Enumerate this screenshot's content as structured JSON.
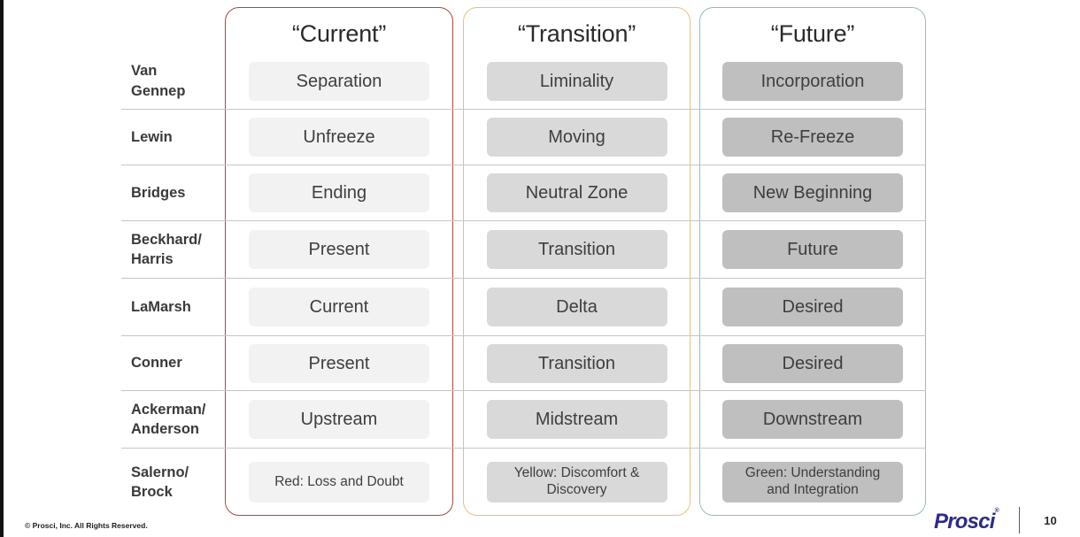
{
  "columns": [
    {
      "header": "“Current”",
      "border_color": "#A84A40",
      "cell_bg": "#F2F2F2"
    },
    {
      "header": "“Transition”",
      "border_color": "#EBBE7D",
      "cell_bg": "#D9D9D9"
    },
    {
      "header": "“Future”",
      "border_color": "#97BFAD",
      "cell_bg": "#BFBFBF"
    }
  ],
  "rows": [
    {
      "label": "Van\nGennep",
      "current": "Separation",
      "transition": "Liminality",
      "future": "Incorporation"
    },
    {
      "label": "Lewin",
      "current": "Unfreeze",
      "transition": "Moving",
      "future": "Re-Freeze"
    },
    {
      "label": "Bridges",
      "current": "Ending",
      "transition": "Neutral Zone",
      "future": "New Beginning"
    },
    {
      "label": "Beckhard/\nHarris",
      "current": "Present",
      "transition": "Transition",
      "future": "Future"
    },
    {
      "label": "LaMarsh",
      "current": "Current",
      "transition": "Delta",
      "future": "Desired"
    },
    {
      "label": "Conner",
      "current": "Present",
      "transition": "Transition",
      "future": "Desired"
    },
    {
      "label": "Ackerman/\nAnderson",
      "current": "Upstream",
      "transition": "Midstream",
      "future": "Downstream"
    },
    {
      "label": "Salerno/\nBrock",
      "current": "Red: Loss and Doubt",
      "transition": "Yellow: Discomfort &\nDiscovery",
      "future": "Green: Understanding\nand Integration"
    }
  ],
  "footer": {
    "copyright": "© Prosci, Inc. All Rights Reserved.",
    "logo_text": "Prosci",
    "logo_mark": "®",
    "page_number": "10"
  },
  "colors": {
    "divider": "#C6C6C6",
    "text": "#3E3E3E",
    "logo_blue": "#2D2B87",
    "left_edge_bar": "#121212"
  }
}
